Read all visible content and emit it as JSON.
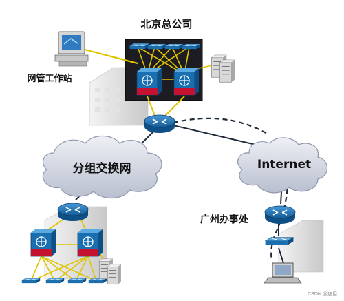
{
  "labels": {
    "hq": "北京总公司",
    "workstation": "网管工作站",
    "packet_network": "分组交换网",
    "internet": "Internet",
    "guangzhou": "广州办事处",
    "watermark": "CSDN @迩但"
  },
  "colors": {
    "router": "#1a6fb0",
    "link_yellow": "#e0c400",
    "link_dark": "#1f2a3a",
    "cloud_fill": "#d7dbe6",
    "hq_panel": "#1c1c22"
  }
}
